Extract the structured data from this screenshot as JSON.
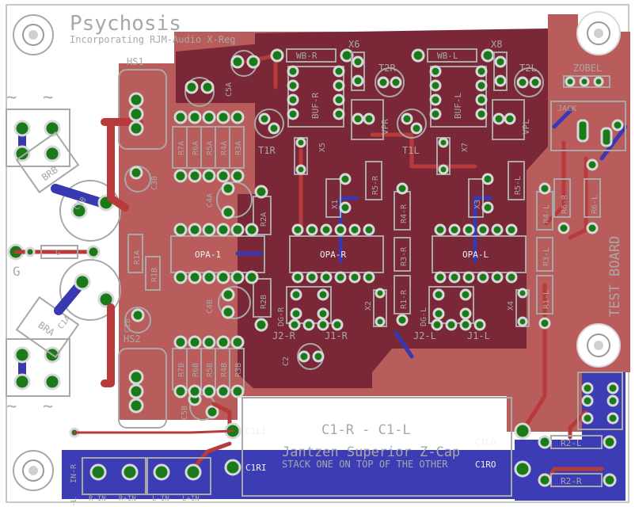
{
  "colors": {
    "board_red": "#b85c5c",
    "copper_dark": "#7a2838",
    "bottom_blue": "#3c3cb4",
    "pad_green": "#1a7a1a",
    "silkscreen": "#a8a8a8"
  },
  "title": {
    "name": "Psychosis",
    "subtitle": "Incorporating RJM-Audio X-Reg"
  },
  "labels": {
    "hs1": "HS1",
    "hs2": "HS2",
    "g_pad": "G",
    "g_res": "G",
    "brb": "BRB",
    "bra": "BRA",
    "c1b": "C1B",
    "c1a": "C1A",
    "c2b": "C2B",
    "c3b": "C3B",
    "c4a": "C4A",
    "c4b": "C4B",
    "c5a": "C5A",
    "c5b": "C5B",
    "c2": "C2",
    "r1a": "R1A",
    "r1b": "R1B",
    "r2a": "R2A",
    "r2b": "R2B",
    "r3a": "R3A",
    "r4a": "R4A",
    "r5a": "R5A",
    "r6a": "R6A",
    "r7a": "R7A",
    "r3b": "R3B",
    "r4b": "R4B",
    "r5b": "R5B",
    "r6b": "R6B",
    "r7b": "R7B",
    "opa1_left": "OPA-1",
    "opa_r": "OPA-R",
    "opa_l": "OPA-L",
    "wb_r": "WB-R",
    "wb_l": "WB-L",
    "x6": "X6",
    "x8": "X8",
    "x5": "X5",
    "x7": "X7",
    "x1": "X1",
    "x2": "X2",
    "x3": "X3",
    "x4": "X4",
    "t1r": "T1R",
    "t2r": "T2R",
    "t1l": "T1L",
    "t2l": "T2L",
    "buf_r": "BUF-R",
    "buf_l": "BUF-L",
    "vpr": "VPR",
    "vpl": "VPL",
    "r5_r": "R5-R",
    "r5_l": "R5-L",
    "r4_r": "R4-R",
    "r4_l": "R4-L",
    "r3_r": "R3-R",
    "r3_l": "R3-L",
    "r1_r": "R1-R",
    "r1_l": "R1-L",
    "r6_r": "R6-R",
    "r6_l": "R6-L",
    "r2_r": "R2-R",
    "r2_l": "R2-L",
    "dg_r": "DG-R",
    "dg_l": "DG-L",
    "j2_r": "J2-R",
    "j1_r": "J1-R",
    "j2_l": "J2-L",
    "j1_l": "J1-L",
    "zobel": "ZOBEL",
    "jack": "JACK",
    "test_board": "TEST BOARD",
    "c1_r_c1_l": "C1-R  -  C1-L",
    "jantzen": "Jantzen Superior Z-Cap",
    "stack_note": "STACK ONE ON TOP OF THE OTHER",
    "c1li": "C1LI",
    "c1ri": "C1RI",
    "c1lo": "C1LO",
    "c1ro": "C1RO",
    "in_r": "IN-R",
    "in_l": "IN-L",
    "r_in_minus": "R-IN",
    "r_in_plus": "R+IN",
    "l_in_minus": "L-IN",
    "l_in_plus": "L+IN"
  }
}
